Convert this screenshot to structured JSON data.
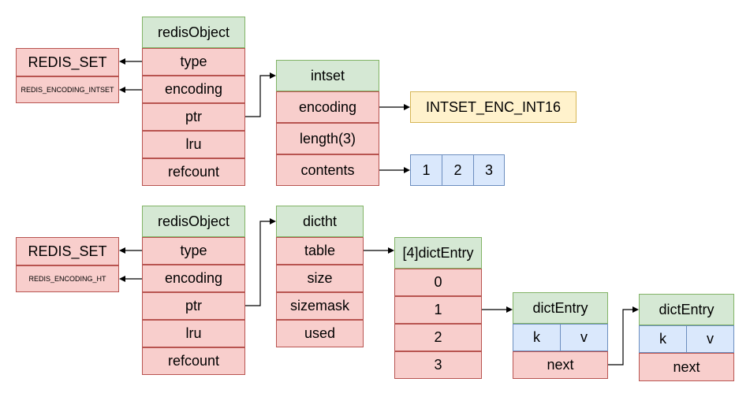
{
  "set_intset": {
    "type_label": "REDIS_SET",
    "encoding_label": "REDIS_ENCODING_INTSET",
    "object": {
      "header": "redisObject",
      "fields": [
        "type",
        "encoding",
        "ptr",
        "lru",
        "refcount"
      ]
    },
    "intset": {
      "header": "intset",
      "fields": [
        "encoding",
        "length(3)",
        "contents"
      ],
      "encoding_value": "INTSET_ENC_INT16",
      "contents": [
        "1",
        "2",
        "3"
      ]
    }
  },
  "set_ht": {
    "type_label": "REDIS_SET",
    "encoding_label": "REDIS_ENCODING_HT",
    "object": {
      "header": "redisObject",
      "fields": [
        "type",
        "encoding",
        "ptr",
        "lru",
        "refcount"
      ]
    },
    "dictht": {
      "header": "dictht",
      "fields": [
        "table",
        "size",
        "sizemask",
        "used"
      ]
    },
    "table": {
      "header": "[4]dictEntry",
      "slots": [
        "0",
        "1",
        "2",
        "3"
      ]
    },
    "entry1": {
      "header": "dictEntry",
      "k": "k",
      "v": "v",
      "next": "next"
    },
    "entry2": {
      "header": "dictEntry",
      "k": "k",
      "v": "v",
      "next": "next"
    }
  },
  "colors": {
    "red_fill": "#f8cecc",
    "red_stroke": "#b85450",
    "green_fill": "#d5e8d4",
    "green_stroke": "#82b366",
    "yellow_fill": "#fff2cc",
    "yellow_stroke": "#d6b656",
    "blue_fill": "#dae8fc",
    "blue_stroke": "#6c8ebf"
  }
}
